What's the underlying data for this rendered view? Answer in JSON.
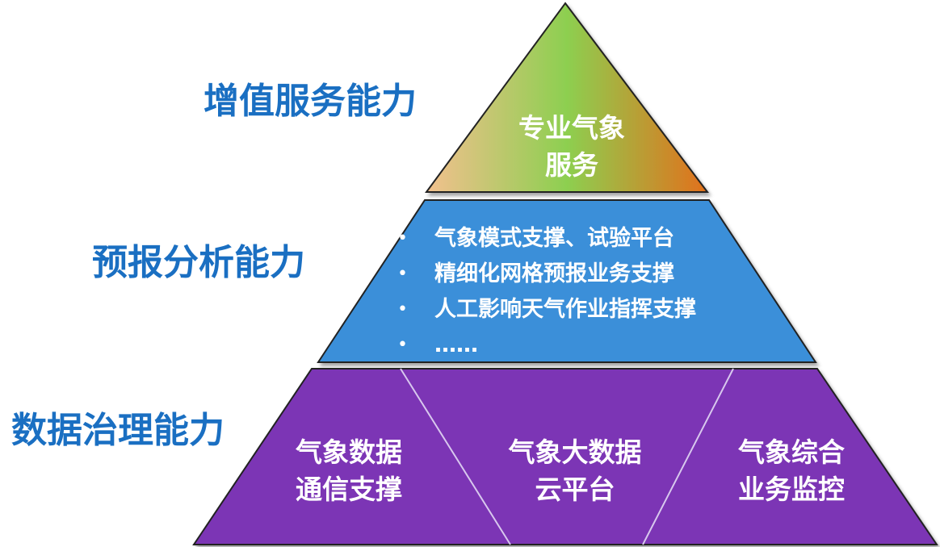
{
  "labels": {
    "top": "增值服务能力",
    "middle": "预报分析能力",
    "bottom": "数据治理能力"
  },
  "top_tier": {
    "lines": [
      "专业气象",
      "服务"
    ]
  },
  "middle_tier": {
    "bullets": [
      "气象模式支撑、试验平台",
      "精细化网格预报业务支撑",
      "人工影响天气作业指挥支撑",
      "……"
    ]
  },
  "bottom_tier": {
    "left": [
      "气象数据",
      "通信支撑"
    ],
    "center": [
      "气象大数据",
      "云平台"
    ],
    "right": [
      "气象综合",
      "业务监控"
    ]
  },
  "colors": {
    "label": "#1a6fc2",
    "middle_fill": "#3a8fd9",
    "bottom_fill": "#7b35b5",
    "top_gradient": [
      "#f0c090",
      "#8ccf4f",
      "#e0701a"
    ]
  }
}
